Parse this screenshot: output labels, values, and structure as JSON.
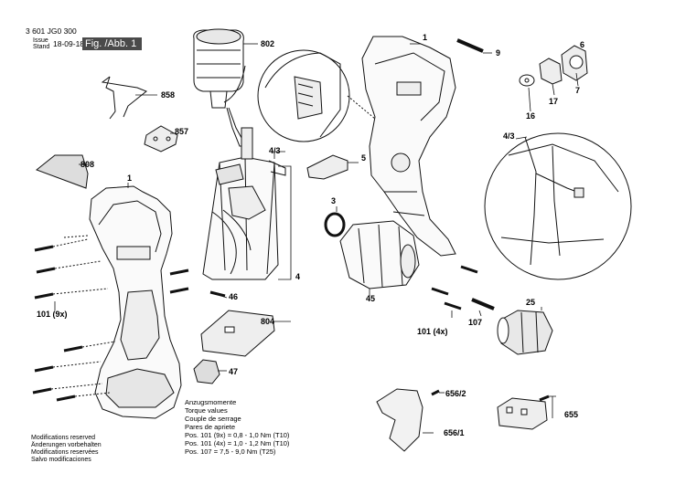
{
  "header": {
    "drawing_number": "3 601 JG0 300",
    "issue_label": "Issue",
    "stand_label": "Stand",
    "date": "18-09-18",
    "figure_label": "Fig. /Abb. 1"
  },
  "callouts": {
    "c1_top": "1",
    "c9": "9",
    "c6": "6",
    "c7": "7",
    "c16": "16",
    "c17": "17",
    "c802": "802",
    "c858": "858",
    "c857": "857",
    "c808": "808",
    "c1_left": "1",
    "c101_9x": "101 (9x)",
    "c4_3_mid": "4/3",
    "c5": "5",
    "c4_3_right": "4/3",
    "c3": "3",
    "c4": "4",
    "c46": "46",
    "c804": "804",
    "c47": "47",
    "c45": "45",
    "c25": "25",
    "c101_4x": "101 (4x)",
    "c107": "107",
    "c656_2": "656/2",
    "c656_1": "656/1",
    "c655": "655"
  },
  "torque": {
    "lines": [
      "Anzugsmomente",
      "Torque values",
      "Couple de serrage",
      "Pares de apriete",
      "Pos. 101 (9x) = 0,8 - 1,0 Nm (T10)",
      "Pos. 101 (4x) = 1,0 - 1,2 Nm (T10)",
      "Pos. 107 = 7,5 - 9,0 Nm (T25)"
    ]
  },
  "modifications": {
    "lines": [
      "Modifications reserved",
      "Änderungen vorbehalten",
      "Modifications reservées",
      "Salvo modificaciones"
    ]
  }
}
